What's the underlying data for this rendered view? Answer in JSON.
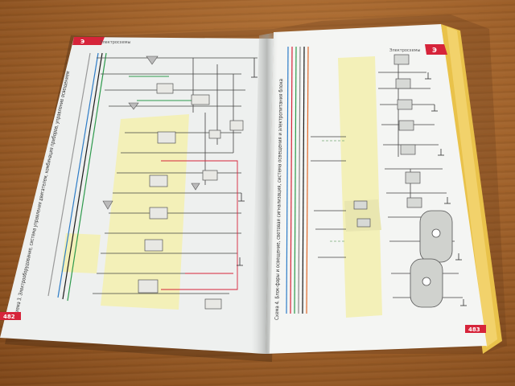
{
  "photo": {
    "left_page": {
      "section_header": "Электросхемы",
      "page_number": "482",
      "caption": "Схема 3. Электрооборудование, система управления двигателем, комбинация приборов, управление освещением"
    },
    "right_page": {
      "section_header": "Электросхемы",
      "page_number": "483",
      "caption": "Схема 4. Блок-фары и освещение, световая сигнализация, система освещения и электропитания блока"
    },
    "colors": {
      "table_wood": "#a2632b",
      "paper": "#f2f3f1",
      "diagram_highlight": "#f3f0b8",
      "header_red": "#d6243a",
      "book_edge_yellow": "#e9c24a"
    }
  }
}
